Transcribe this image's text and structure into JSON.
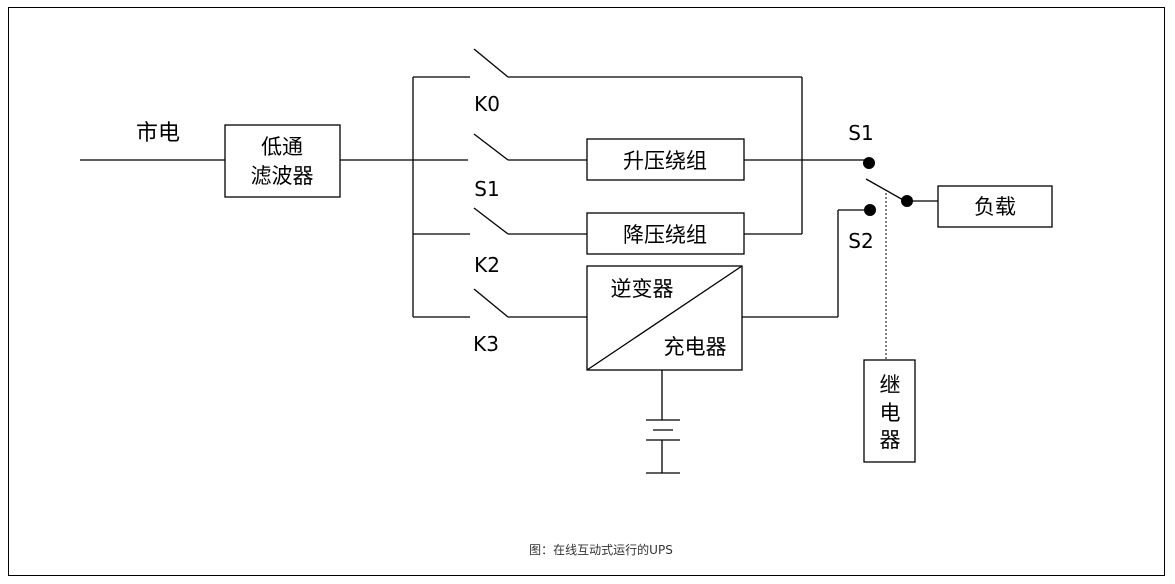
{
  "labels": {
    "mains": "市电",
    "lowpass_line1": "低通",
    "lowpass_line2": "滤波器",
    "k0": "K0",
    "s1_left": "S1",
    "k2": "K2",
    "k3": "K3",
    "boost": "升压绕组",
    "buck": "降压绕组",
    "inverter": "逆变器",
    "charger": "充电器",
    "s1_right": "S1",
    "s2_right": "S2",
    "load": "负载",
    "relay_1": "继",
    "relay_2": "电",
    "relay_3": "器"
  },
  "caption": "图：在线互动式运行的UPS"
}
